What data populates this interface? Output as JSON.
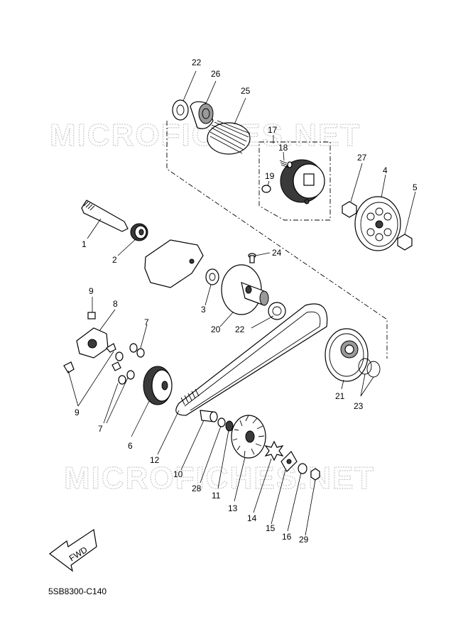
{
  "watermark": "MICROFICHES.NET",
  "diagram_code": "5SB8300-C140",
  "direction_label": "FWD",
  "callouts": [
    "1",
    "2",
    "3",
    "4",
    "5",
    "6",
    "7",
    "7",
    "8",
    "9",
    "9",
    "10",
    "11",
    "12",
    "13",
    "14",
    "15",
    "16",
    "17",
    "18",
    "19",
    "20",
    "21",
    "22",
    "22",
    "23",
    "24",
    "25",
    "26",
    "27",
    "28",
    "29"
  ]
}
